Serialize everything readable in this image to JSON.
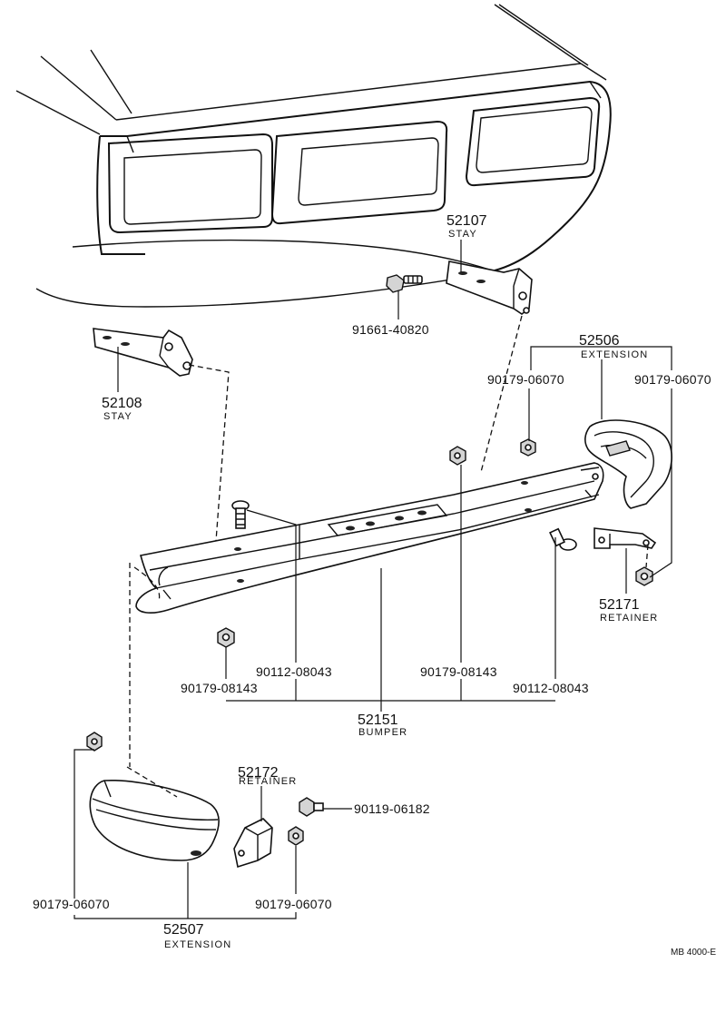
{
  "parts": {
    "stay_right": {
      "number": "52107",
      "name": "STAY"
    },
    "bolt_stay": {
      "number": "91661-40820"
    },
    "stay_left": {
      "number": "52108",
      "name": "STAY"
    },
    "extension_right": {
      "number": "52506",
      "name": "EXTENSION"
    },
    "nut_ext_right_a": {
      "number": "90179-06070"
    },
    "nut_ext_right_b": {
      "number": "90179-06070"
    },
    "retainer_right": {
      "number": "52171",
      "name": "RETAINER"
    },
    "bolt_left": {
      "number": "90112-08043"
    },
    "nut_left": {
      "number": "90179-08143"
    },
    "nut_center": {
      "number": "90179-08143"
    },
    "bolt_right": {
      "number": "90112-08043"
    },
    "bumper": {
      "number": "52151",
      "name": "BUMPER"
    },
    "retainer_left": {
      "number": "52172",
      "name": "RETAINER"
    },
    "screw_retainer": {
      "number": "90119-06182"
    },
    "nut_ext_left_a": {
      "number": "90179-06070"
    },
    "nut_ext_left_b": {
      "number": "90179-06070"
    },
    "extension_left": {
      "number": "52507",
      "name": "EXTENSION"
    }
  },
  "figure_ref": "MB 4000-E"
}
